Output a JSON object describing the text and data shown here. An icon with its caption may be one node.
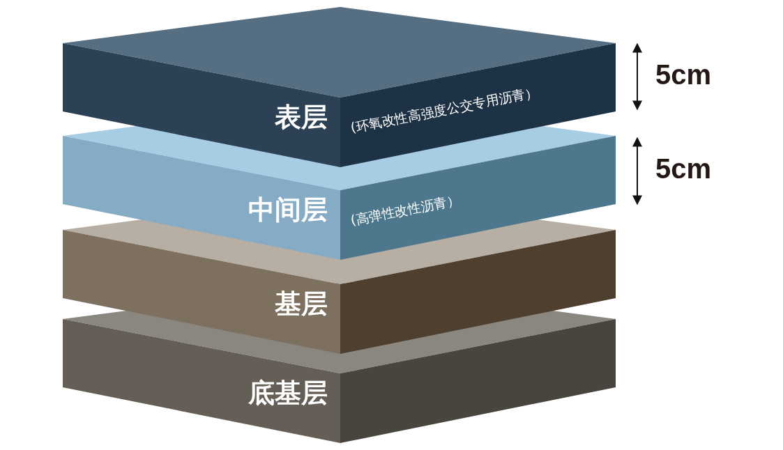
{
  "diagram": {
    "nodes": [
      {
        "text": [
          "表层",
          "(环氧改性高强度公交专用沥青）"
        ]
      },
      {
        "text": [
          "中间层",
          "(高弹性改性沥青）"
        ]
      },
      {
        "text": [
          "基层"
        ]
      },
      {
        "text": [
          "底基层"
        ]
      }
    ],
    "labels": [
      "5cm",
      "5cm"
    ]
  }
}
